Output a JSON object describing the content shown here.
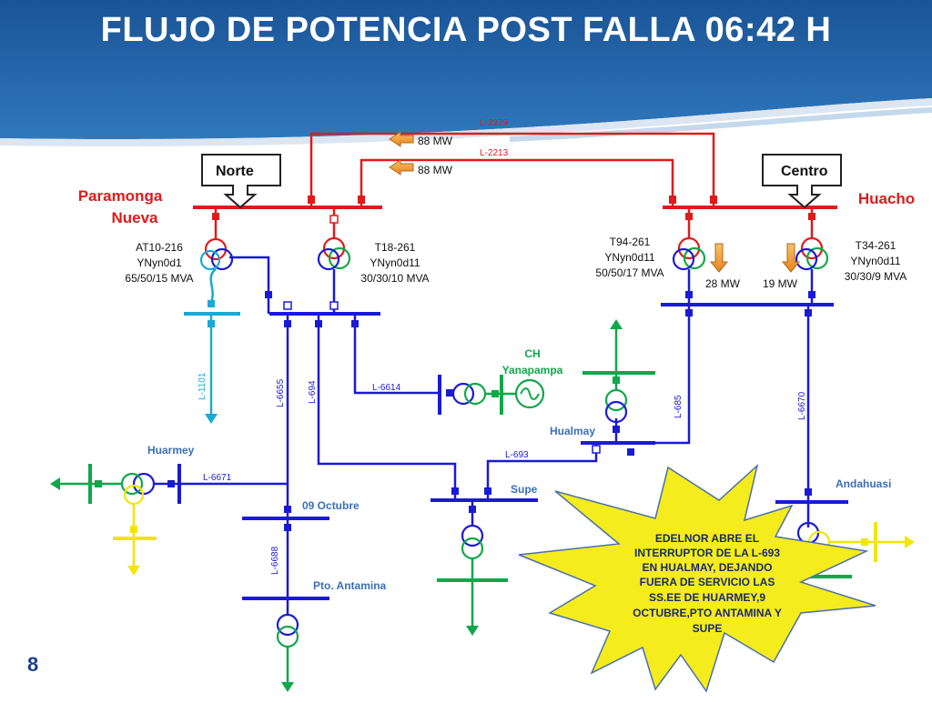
{
  "slide": {
    "title": "FLUJO DE POTENCIA POST FALLA 06:42 H",
    "page_number": "8"
  },
  "lines": {
    "l2279": "L-2279",
    "l2213": "L-2213",
    "l1101": "L-1101",
    "l6655": "L-6655",
    "l694": "L-694",
    "l6614": "L-6614",
    "l685": "L-685",
    "l6670": "L-6670",
    "l693": "L-693",
    "l6671": "L-6671",
    "l6688": "L-6688"
  },
  "flows": {
    "l2279_mw": "88 MW",
    "l2213_mw": "88 MW",
    "t94_mw": "28 MW",
    "t34_mw": "19 MW"
  },
  "callouts": {
    "norte": "Norte",
    "centro": "Centro"
  },
  "substations": {
    "paramonga_1": "Paramonga",
    "paramonga_2": "Nueva",
    "huacho": "Huacho",
    "yanapampa_1": "CH",
    "yanapampa_2": "Yanapampa",
    "hualmay": "Hualmay",
    "huarmey": "Huarmey",
    "supe": "Supe",
    "andahuasi": "Andahuasi",
    "octubre": "09 Octubre",
    "antamina": "Pto. Antamina"
  },
  "transformers": {
    "at10": [
      "AT10-216",
      "YNyn0d1",
      "65/50/15 MVA"
    ],
    "t18": [
      "T18-261",
      "YNyn0d11",
      "30/30/10 MVA"
    ],
    "t94": [
      "T94-261",
      "YNyn0d11",
      "50/50/17 MVA"
    ],
    "t34": [
      "T34-261",
      "YNyn0d11",
      "30/30/9 MVA"
    ]
  },
  "note": {
    "lines": [
      "EDELNOR ABRE EL",
      "INTERRUPTOR DE LA L-693",
      "EN HUALMAY, DEJANDO",
      "FUERA DE SERVICIO  LAS",
      "SS.EE DE HUARMEY,9",
      "OCTUBRE,PTO ANTAMINA Y",
      "SUPE"
    ]
  },
  "colors": {
    "header": "#1f5b9a",
    "line_220kv": "#e01a1a",
    "line_66kv": "#1a1ad6",
    "line_cyan": "#19a9d6",
    "green": "#0fa84a",
    "yellow": "#f2e600",
    "label_red": "#e01a1a",
    "label_green": "#0fa84a",
    "label_blue": "#3a70b8",
    "burst": "#f4ec1c",
    "arrow_orange": "#f5a623"
  }
}
